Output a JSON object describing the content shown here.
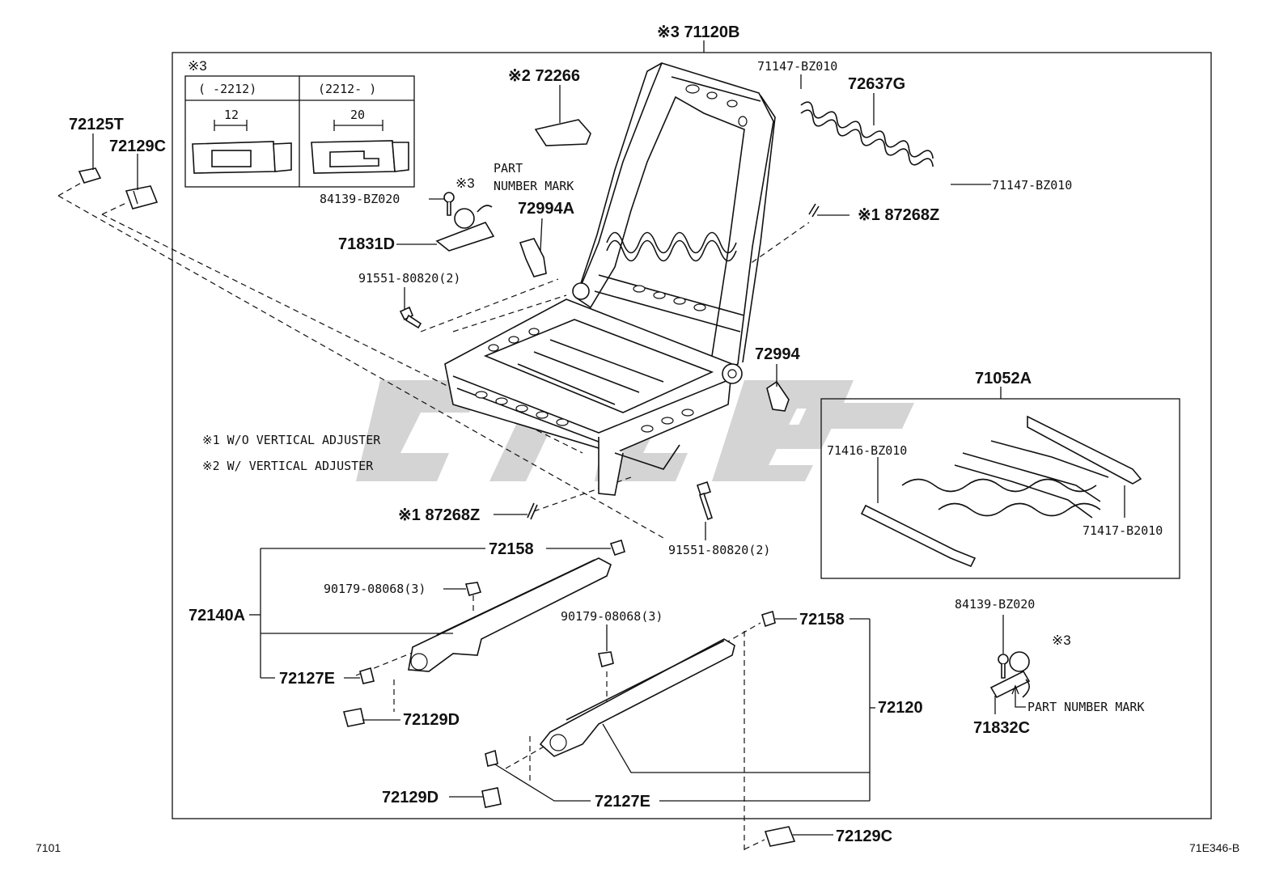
{
  "diagram": {
    "top_assembly": "※3 71120B",
    "note3_header": "※3",
    "note3_col1": "(     -2212)",
    "note3_col2": "(2212-     )",
    "note3_dim1": "12",
    "note3_dim2": "20",
    "notes": [
      "※1 W/O VERTICAL ADJUSTER",
      "※2 W/ VERTICAL ADJUSTER"
    ],
    "labels": {
      "p72125T": "72125T",
      "p72129C_top": "72129C",
      "p72266": "※2 72266",
      "mark3_a": "※3",
      "part_number_mark_a1": "PART",
      "part_number_mark_a2": "NUMBER MARK",
      "p84139_a": "84139-BZ020",
      "p71831D": "71831D",
      "p72994A": "72994A",
      "p91551_a": "91551-80820(2)",
      "p71147_a": "71147-BZ010",
      "p72637G": "72637G",
      "p71147_b": "71147-BZ010",
      "p87268Z_a": "※1 87268Z",
      "p72994": "72994",
      "p71052A": "71052A",
      "p71416": "71416-BZ010",
      "p71417": "71417-B2010",
      "p87268Z_b": "※1 87268Z",
      "p72158_a": "72158",
      "p91551_b": "91551-80820(2)",
      "p90179_a": "90179-08068(3)",
      "p72140A": "72140A",
      "p72127E_a": "72127E",
      "p72129D_a": "72129D",
      "p90179_b": "90179-08068(3)",
      "p72158_b": "72158",
      "p84139_b": "84139-BZ020",
      "mark3_b": "※3",
      "part_number_mark_b": "PART NUMBER MARK",
      "p71832C": "71832C",
      "p72120": "72120",
      "p72129D_b": "72129D",
      "p72127E_b": "72127E",
      "p72129C_bottom": "72129C"
    },
    "footer_left": "7101",
    "footer_right": "71E346-B"
  }
}
